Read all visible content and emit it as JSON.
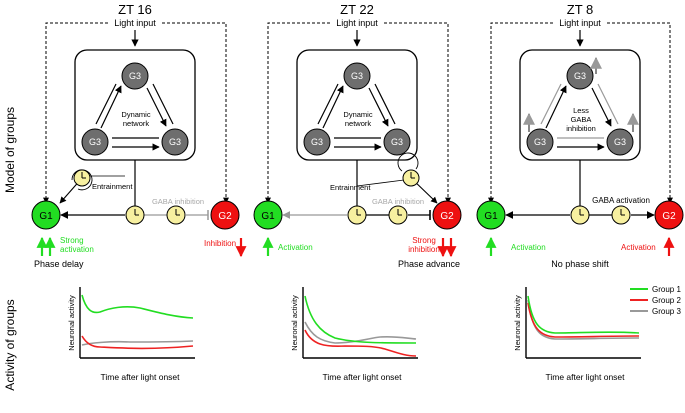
{
  "side_labels": {
    "model": "Model of groups",
    "activity": "Activity of groups"
  },
  "panels": [
    {
      "title": "ZT 16",
      "light_input": "Light input",
      "network_label_1": "Dynamic",
      "network_label_2": "network",
      "nodes": {
        "g3_top": "G3",
        "g3_left": "G3",
        "g3_right": "G3",
        "g1": "G1",
        "g2": "G2"
      },
      "entrainment": "Entrainment",
      "gaba": "GABA inhibition",
      "g1_effect_1": "Strong",
      "g1_effect_2": "activation",
      "g2_effect_1": "Inhibition",
      "g2_effect_2": "",
      "phase": "Phase delay"
    },
    {
      "title": "ZT 22",
      "light_input": "Light input",
      "network_label_1": "Dynamic",
      "network_label_2": "network",
      "nodes": {
        "g3_top": "G3",
        "g3_left": "G3",
        "g3_right": "G3",
        "g1": "G1",
        "g2": "G2"
      },
      "entrainment": "Entrainment",
      "gaba": "GABA inhibition",
      "g1_effect_1": "Activation",
      "g1_effect_2": "",
      "g2_effect_1": "Strong",
      "g2_effect_2": "inhibition",
      "phase": "Phase advance"
    },
    {
      "title": "ZT 8",
      "light_input": "Light input",
      "network_label_1": "Less",
      "network_label_2": "GABA",
      "network_label_3": "inhibition",
      "nodes": {
        "g3_top": "G3",
        "g3_left": "G3",
        "g3_right": "G3",
        "g1": "G1",
        "g2": "G2"
      },
      "gaba": "GABA activation",
      "g1_effect_1": "Activation",
      "g2_effect_1": "Activation",
      "phase": "No phase shift"
    }
  ],
  "plots": {
    "ylabel": "Neuronal activity",
    "xlabel": "Time after light onset",
    "legend": [
      {
        "name": "Group 1",
        "color": "#22dd22"
      },
      {
        "name": "Group 2",
        "color": "#ee2222"
      },
      {
        "name": "Group 3",
        "color": "#999999"
      }
    ]
  },
  "colors": {
    "g1_green": "#22dd22",
    "g2_red": "#ee1111",
    "g3_gray": "#6e6e6e",
    "clock_yellow": "#f7f0a0",
    "gaba_gray": "#a8a8a8"
  },
  "icons": [
    "clock-icon",
    "arrow-up-icon",
    "arrow-down-icon",
    "entrainment-loop-icon"
  ]
}
